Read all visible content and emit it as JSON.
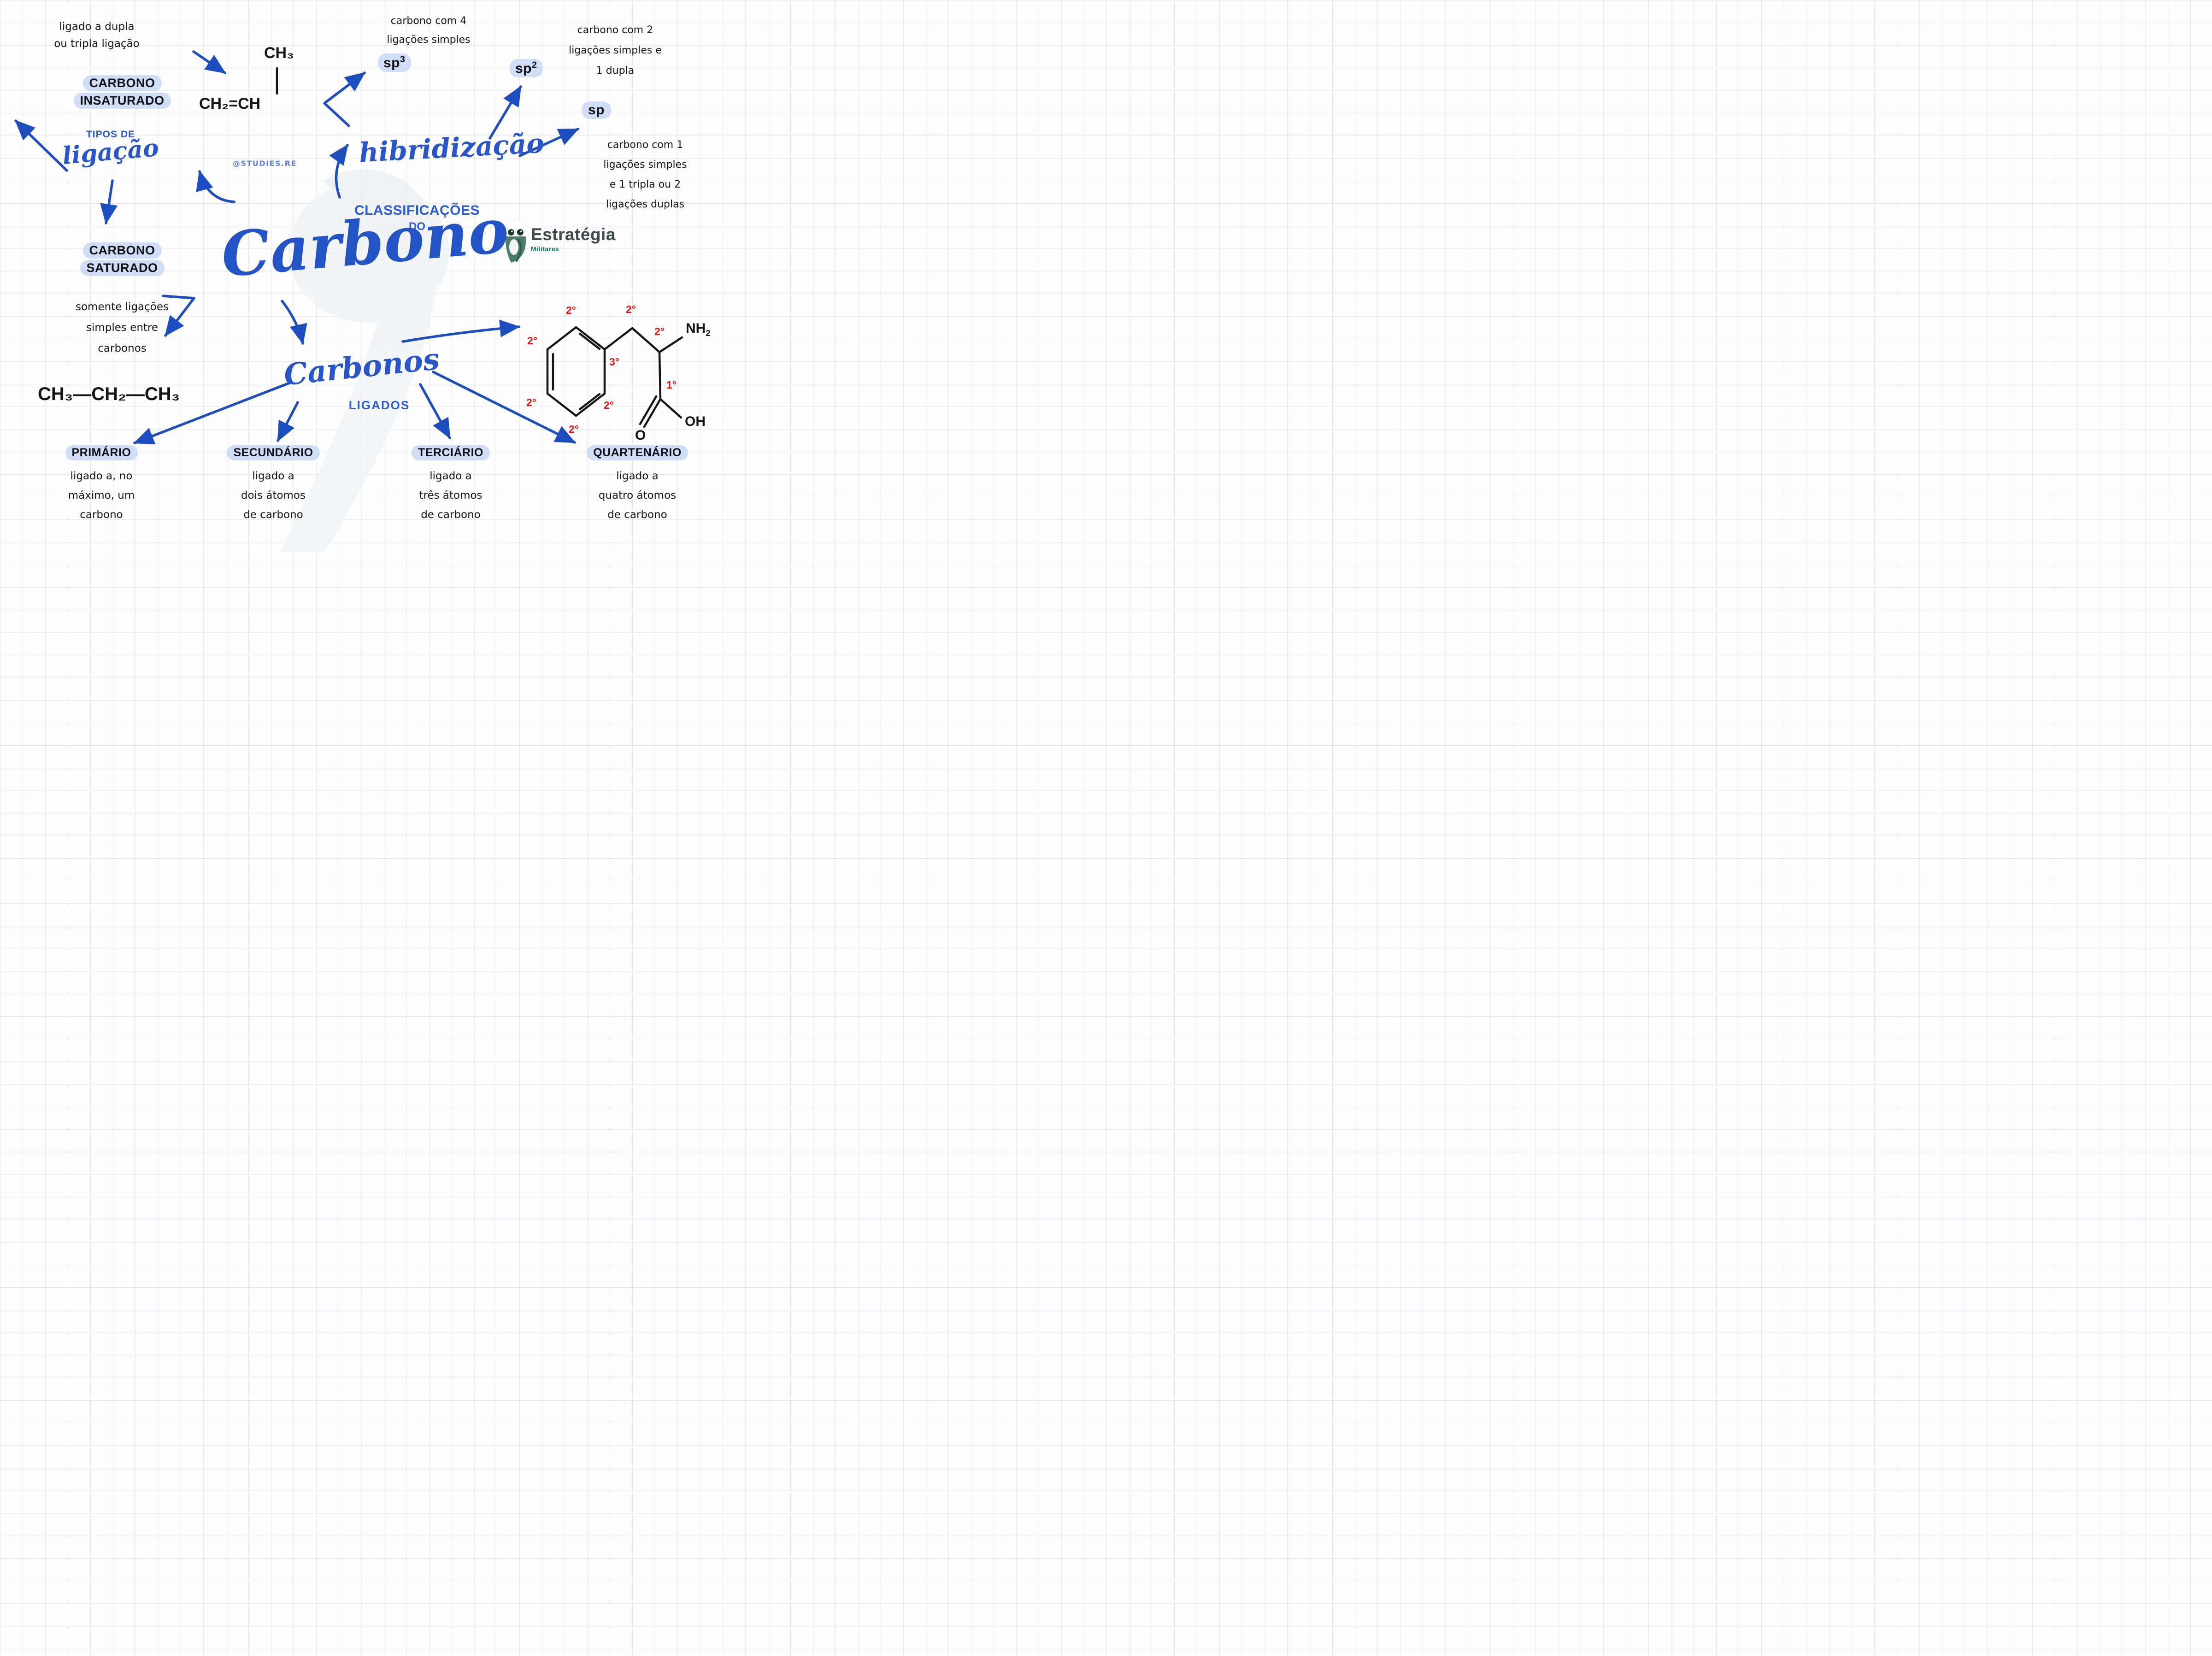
{
  "page": {
    "watermark": "@STUDIES.RE"
  },
  "top_left": {
    "note_line1": "ligado a dupla",
    "note_line2": "ou tripla ligação",
    "label_line1": "CARBONO",
    "label_line2": "INSATURADO"
  },
  "tipos": {
    "kicker": "TIPOS DE",
    "script": "ligação"
  },
  "saturado": {
    "label_line1": "CARBONO",
    "label_line2": "SATURADO",
    "desc_line1": "somente ligações",
    "desc_line2": "simples entre",
    "desc_line3": "carbonos"
  },
  "molecules": {
    "propene_top": "CH₃",
    "propene_bottom": "CH₂=CH",
    "propane": "CH₃—CH₂—CH₃"
  },
  "center": {
    "kicker": "CLASSIFICAÇÕES",
    "kicker2": "DO",
    "title": "Carbono"
  },
  "hibridizacao": {
    "title": "hibridização",
    "sp3": {
      "base": "sp",
      "exp": "3",
      "desc_line1": "carbono com 4",
      "desc_line2": "ligações simples"
    },
    "sp2": {
      "base": "sp",
      "exp": "2",
      "desc_line1": "carbono com 2",
      "desc_line2": "ligações simples e",
      "desc_line3": "1 dupla"
    },
    "sp": {
      "base": "sp",
      "desc_line1": "carbono com 1",
      "desc_line2": "ligações simples",
      "desc_line3": "e 1 tripla ou 2",
      "desc_line4": "ligações duplas"
    }
  },
  "brand": {
    "name": "Estratégia",
    "sub": "Militares"
  },
  "carbonos_ligados": {
    "script": "Carbonos",
    "caps": "LIGADOS"
  },
  "molecule": {
    "labels": {
      "ring_top": "2°",
      "ring_left": "2°",
      "ring_lower_left": "2°",
      "ring_bottom": "2°",
      "ring_lower_right": "2°",
      "junction": "3°",
      "chain_ch2": "2°",
      "chain_ch": "2°",
      "carboxyl": "1°"
    },
    "nh": "NH",
    "nh_sub": "2",
    "o": "O",
    "oh": "OH"
  },
  "categories": [
    {
      "label": "PRIMÁRIO",
      "desc_line1": "ligado a, no",
      "desc_line2": "máximo, um",
      "desc_line3": "carbono"
    },
    {
      "label": "SECUNDÁRIO",
      "desc_line1": "ligado a",
      "desc_line2": "dois átomos",
      "desc_line3": "de carbono"
    },
    {
      "label": "TERCIÁRIO",
      "desc_line1": "ligado a",
      "desc_line2": "três átomos",
      "desc_line3": "de carbono"
    },
    {
      "label": "QUARTENÁRIO",
      "desc_line1": "ligado a",
      "desc_line2": "quatro átomos",
      "desc_line3": "de carbono"
    }
  ],
  "colors": {
    "ink_blue": "#2a55c9",
    "arrow_blue": "#1e4dc0",
    "highlight": "#cfdef6",
    "label_red": "#e81414",
    "brand_green": "#3c4b47",
    "brand_teal": "#117a66"
  }
}
